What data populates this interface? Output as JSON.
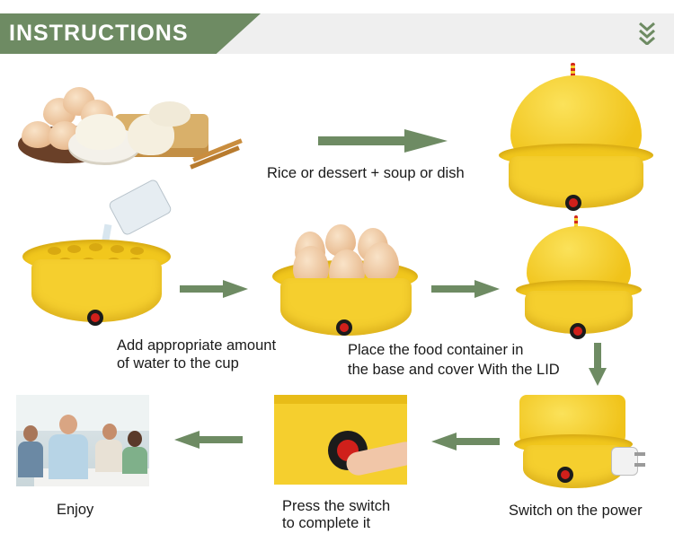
{
  "header": {
    "title": "INSTRUCTIONS"
  },
  "colors": {
    "header_green": "#6e8b63",
    "arrow_green": "#6e8b63",
    "appliance_yellow": "#f5cf2e",
    "switch_red": "#d0201b"
  },
  "icons": {
    "header_chevrons": "double-chevron-down-icon",
    "arrow": "arrow-icon"
  },
  "steps": {
    "rice": "Rice or dessert + soup or dish",
    "water_line1": "Add appropriate amount",
    "water_line2": "of water to the cup",
    "place_line1": "Place the food container in",
    "place_line2": "the base and cover With the LID",
    "power": "Switch on the power",
    "press_line1": "Press the switch",
    "press_line2": "to complete it",
    "enjoy": "Enjoy"
  }
}
